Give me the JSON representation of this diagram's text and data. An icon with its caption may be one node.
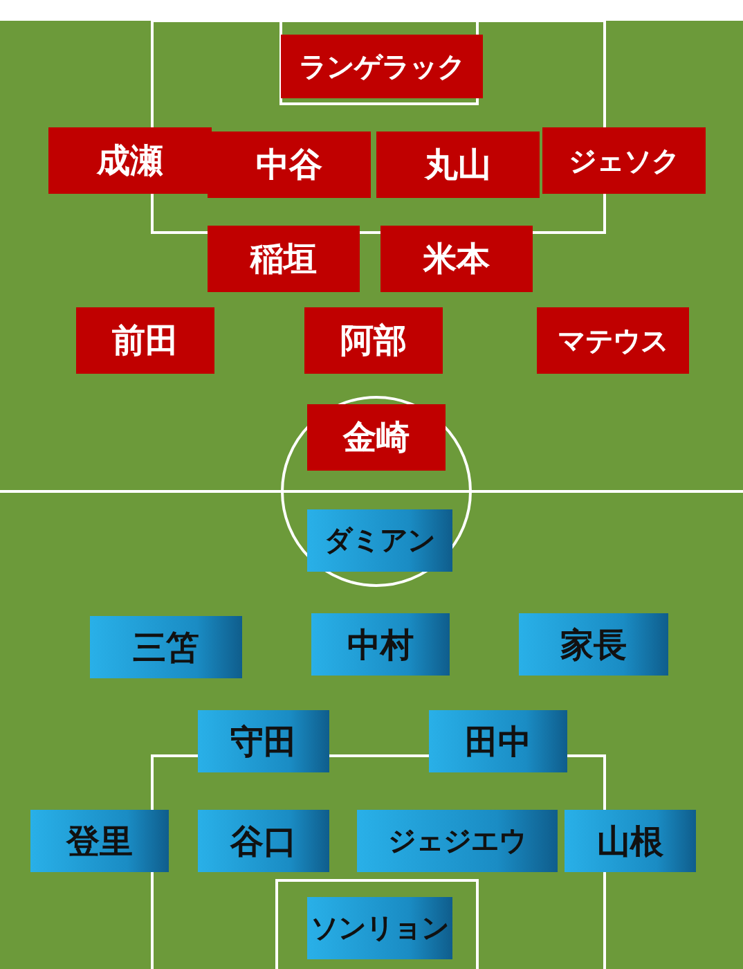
{
  "diagram": {
    "nodes": [
      {
        "text": [
          "ランゲラック"
        ]
      },
      {
        "text": [
          "成瀬"
        ]
      },
      {
        "text": [
          "中谷"
        ]
      },
      {
        "text": [
          "丸山"
        ]
      },
      {
        "text": [
          "ジェソク"
        ]
      },
      {
        "text": [
          "稲垣"
        ]
      },
      {
        "text": [
          "米本"
        ]
      },
      {
        "text": [
          "前田"
        ]
      },
      {
        "text": [
          "阿部"
        ]
      },
      {
        "text": [
          "マテウス"
        ]
      },
      {
        "text": [
          "金崎"
        ]
      },
      {
        "text": [
          "ダミアン"
        ]
      },
      {
        "text": [
          "三笘"
        ]
      },
      {
        "text": [
          "中村"
        ]
      },
      {
        "text": [
          "家長"
        ]
      },
      {
        "text": [
          "守田"
        ]
      },
      {
        "text": [
          "田中"
        ]
      },
      {
        "text": [
          "登里"
        ]
      },
      {
        "text": [
          "谷口"
        ]
      },
      {
        "text": [
          "ジェジエウ"
        ]
      },
      {
        "text": [
          "山根"
        ]
      },
      {
        "text": [
          "ソンリョン"
        ]
      }
    ]
  }
}
